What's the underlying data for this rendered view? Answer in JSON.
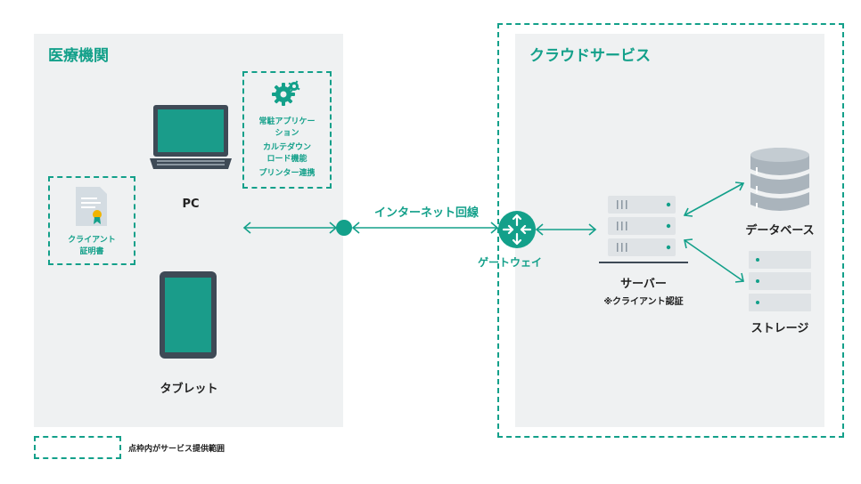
{
  "colors": {
    "accent": "#13a08a",
    "panel": "#eff1f2",
    "device": "#3e4a56",
    "screen": "#1a9c8a",
    "server": "#dfe3e6"
  },
  "medical": {
    "title": "医療機関",
    "pc_label": "PC",
    "tablet_label": "タブレット",
    "client_cert": {
      "line1": "クライアント",
      "line2": "証明書"
    },
    "resident_app": {
      "icon": "gear-icon",
      "items": [
        "常駐アプリケー",
        "ション",
        "カルテダウン",
        "ロード機能",
        "プリンター連携"
      ]
    }
  },
  "network": {
    "line_label": "インターネット回線",
    "gateway_label": "ゲートウェイ"
  },
  "cloud": {
    "title": "クラウドサービス",
    "server_label": "サーバー",
    "server_note": "※クライアント認証",
    "database_label": "データベース",
    "storage_label": "ストレージ"
  },
  "legend": {
    "text": "点枠内がサービス提供範囲"
  }
}
